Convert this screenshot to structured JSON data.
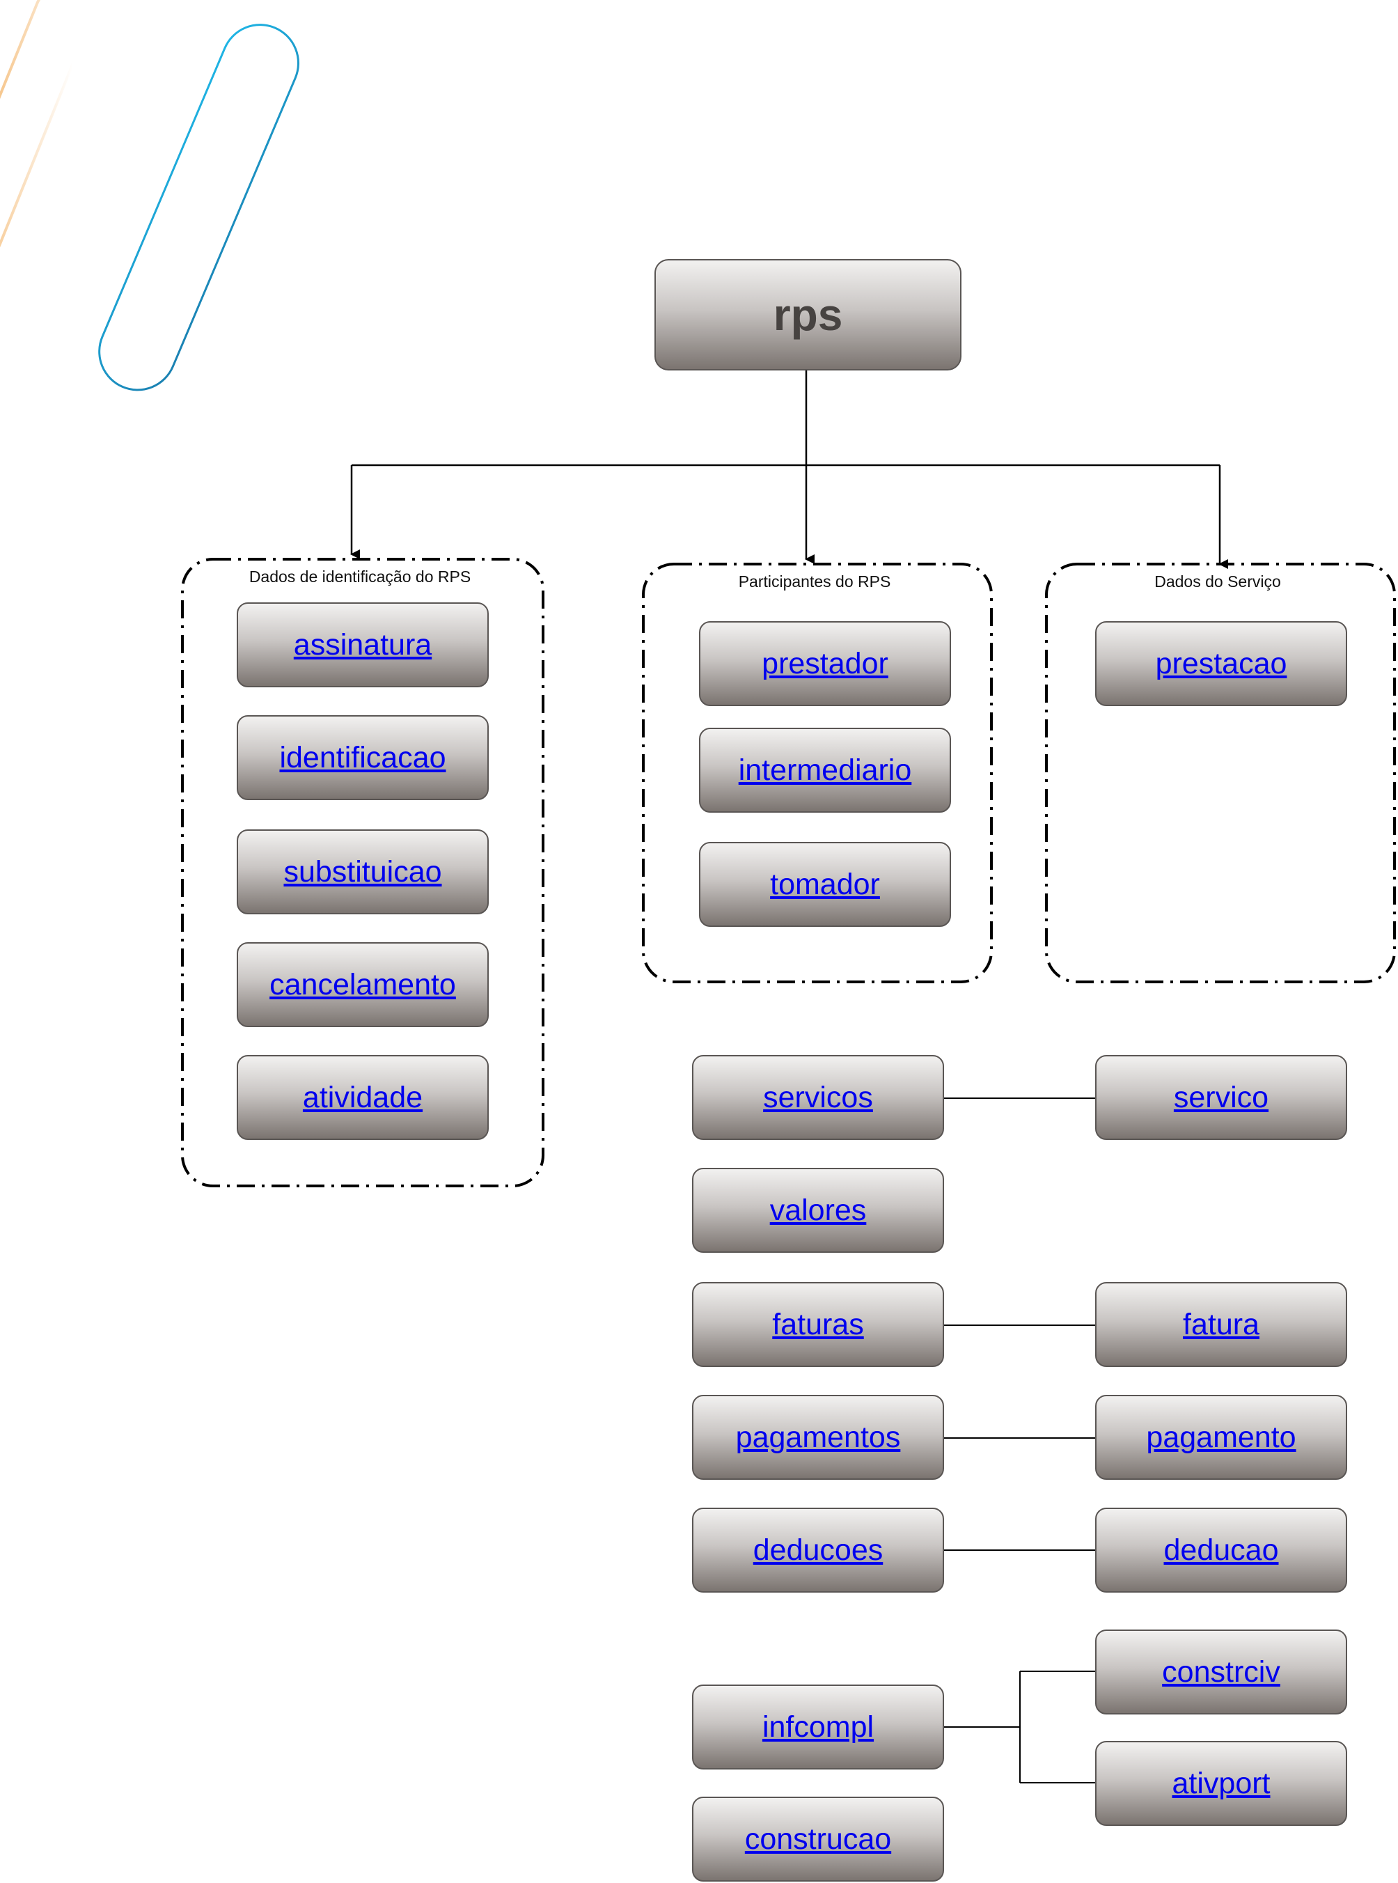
{
  "root": {
    "label": "rps"
  },
  "groups": {
    "identificacao": {
      "label": "Dados de identificação do RPS"
    },
    "participantes": {
      "label": "Participantes do RPS"
    },
    "servico": {
      "label": "Dados do Serviço"
    }
  },
  "nodes": {
    "assinatura": "assinatura",
    "identificacao": "identificacao",
    "substituicao": "substituicao",
    "cancelamento": "cancelamento",
    "atividade": "atividade",
    "prestador": "prestador",
    "intermediario": "intermediario",
    "tomador": "tomador",
    "prestacao": "prestacao",
    "servicos": "servicos",
    "servico": "servico",
    "valores": "valores",
    "faturas": "faturas",
    "fatura": "fatura",
    "pagamentos": "pagamentos",
    "pagamento": "pagamento",
    "deducoes": "deducoes",
    "deducao": "deducao",
    "infcompl": "infcompl",
    "constrciv": "constrciv",
    "ativport": "ativport",
    "construcao": "construcao"
  },
  "colors": {
    "decor_orange": "#f0a040",
    "decor_blue": "#1aa6d6",
    "link": "#0000ee",
    "node_border": "#5a5654"
  }
}
